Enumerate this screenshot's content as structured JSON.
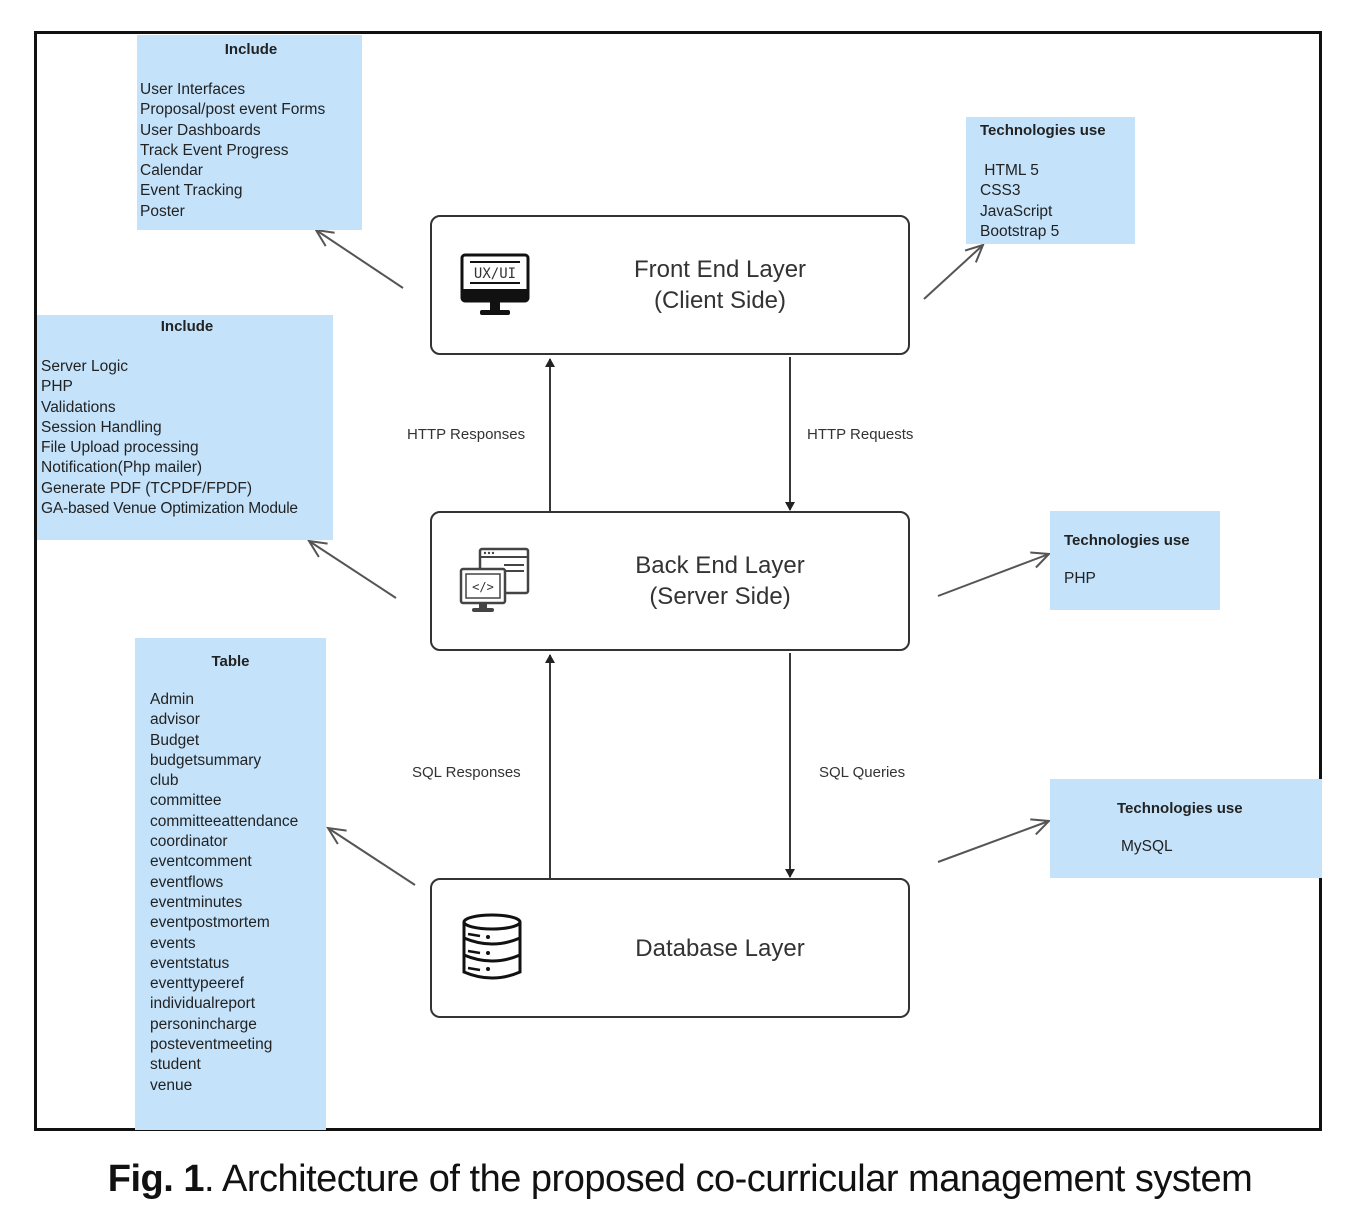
{
  "notes": {
    "frontend_include": {
      "title": "Include",
      "items": [
        "User Interfaces",
        "Proposal/post event Forms",
        "User Dashboards",
        "Track Event Progress",
        "Calendar",
        "Event Tracking",
        "Poster"
      ]
    },
    "frontend_tech": {
      "title": "Technologies use",
      "items": [
        " HTML 5",
        "CSS3",
        "JavaScript",
        "Bootstrap 5"
      ]
    },
    "backend_include": {
      "title": "Include",
      "items": [
        "Server Logic",
        "PHP",
        "Validations",
        "Session Handling",
        "File Upload processing",
        "Notification(Php mailer)",
        "Generate PDF (TCPDF/FPDF)",
        "GA-based Venue Optimization Module"
      ]
    },
    "backend_tech": {
      "title": "Technologies use",
      "items": [
        "PHP"
      ]
    },
    "database_tables": {
      "title": "Table",
      "items": [
        "Admin",
        "advisor",
        "Budget",
        "budgetsummary",
        "club",
        "committee",
        "committeeattendance",
        "coordinator",
        "eventcomment",
        "eventflows",
        "eventminutes",
        "eventpostmortem",
        "events",
        "eventstatus",
        "eventtypeeref",
        "individualreport",
        "personincharge",
        "posteventmeeting",
        "student",
        "venue"
      ]
    },
    "database_tech": {
      "title": "Technologies use",
      "items": [
        "MySQL"
      ]
    }
  },
  "layers": {
    "frontend": {
      "line1": "Front End Layer",
      "line2": "(Client Side)",
      "icon": "monitor-ux-ui-icon",
      "icon_text": "UX/UI"
    },
    "backend": {
      "line1": "Back End Layer",
      "line2": "(Server Side)",
      "icon": "code-monitor-icon",
      "icon_text": "</>"
    },
    "database": {
      "line1": "Database Layer",
      "icon": "database-icon"
    }
  },
  "flows": {
    "http_responses": "HTTP Responses",
    "http_requests": "HTTP Requests",
    "sql_responses": "SQL Responses",
    "sql_queries": "SQL Queries"
  },
  "caption": {
    "prefix": "Fig. 1",
    "text": ". Architecture of the proposed co-curricular management system"
  },
  "colors": {
    "note_fill": "#c4e3fb",
    "border": "#111111"
  }
}
